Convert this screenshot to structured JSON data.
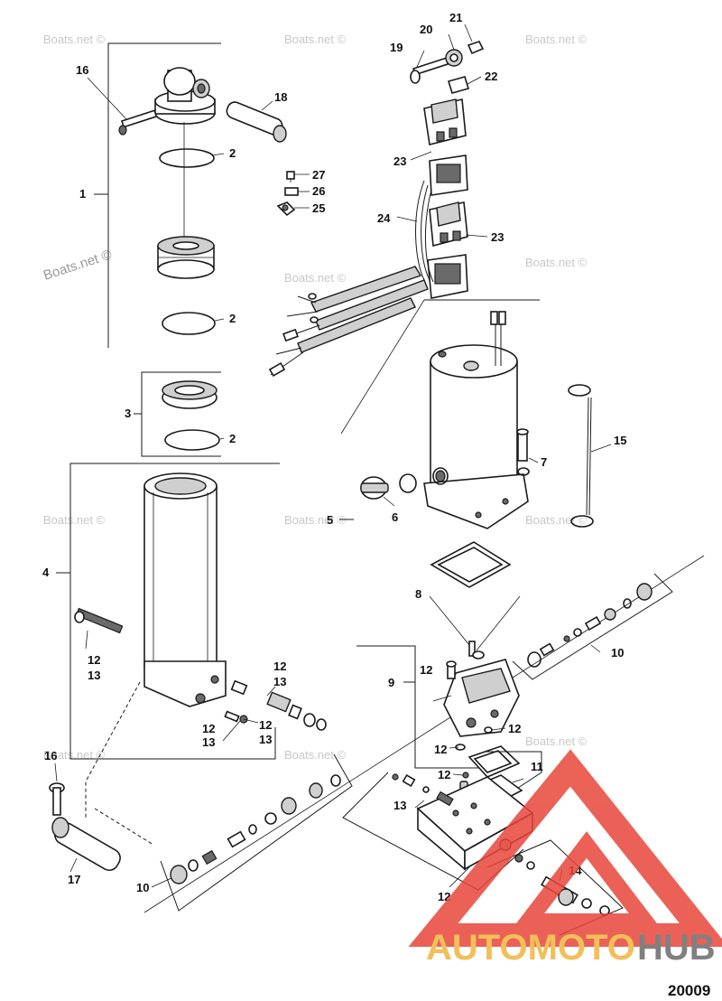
{
  "watermark": "Boats.net ©",
  "watermark_large": "Boats.net ©",
  "logo": {
    "part1": "AUTOMOTO",
    "part2": "HUB",
    "color_accent": "#e8463a",
    "color_text": "#f0b43c",
    "color_text2": "#6b6b6b"
  },
  "figure_number": "20009",
  "callouts": {
    "c1": "1",
    "c2a": "2",
    "c2b": "2",
    "c2c": "2",
    "c3": "3",
    "c4": "4",
    "c5": "5",
    "c6": "6",
    "c7": "7",
    "c8": "8",
    "c9": "9",
    "c10a": "10",
    "c10b": "10",
    "c11": "11",
    "c12a": "12",
    "c12b": "12",
    "c12c": "12",
    "c12d": "12",
    "c12e": "12",
    "c12f": "12",
    "c12g": "12",
    "c12h": "12",
    "c12i": "12",
    "c13a": "13",
    "c13b": "13",
    "c13c": "13",
    "c13d": "13",
    "c13e": "13",
    "c14": "14",
    "c15": "15",
    "c16a": "16",
    "c16b": "16",
    "c17": "17",
    "c18": "18",
    "c19": "19",
    "c20": "20",
    "c21": "21",
    "c22": "22",
    "c23a": "23",
    "c23b": "23",
    "c24": "24",
    "c25": "25",
    "c26": "26",
    "c27": "27"
  }
}
